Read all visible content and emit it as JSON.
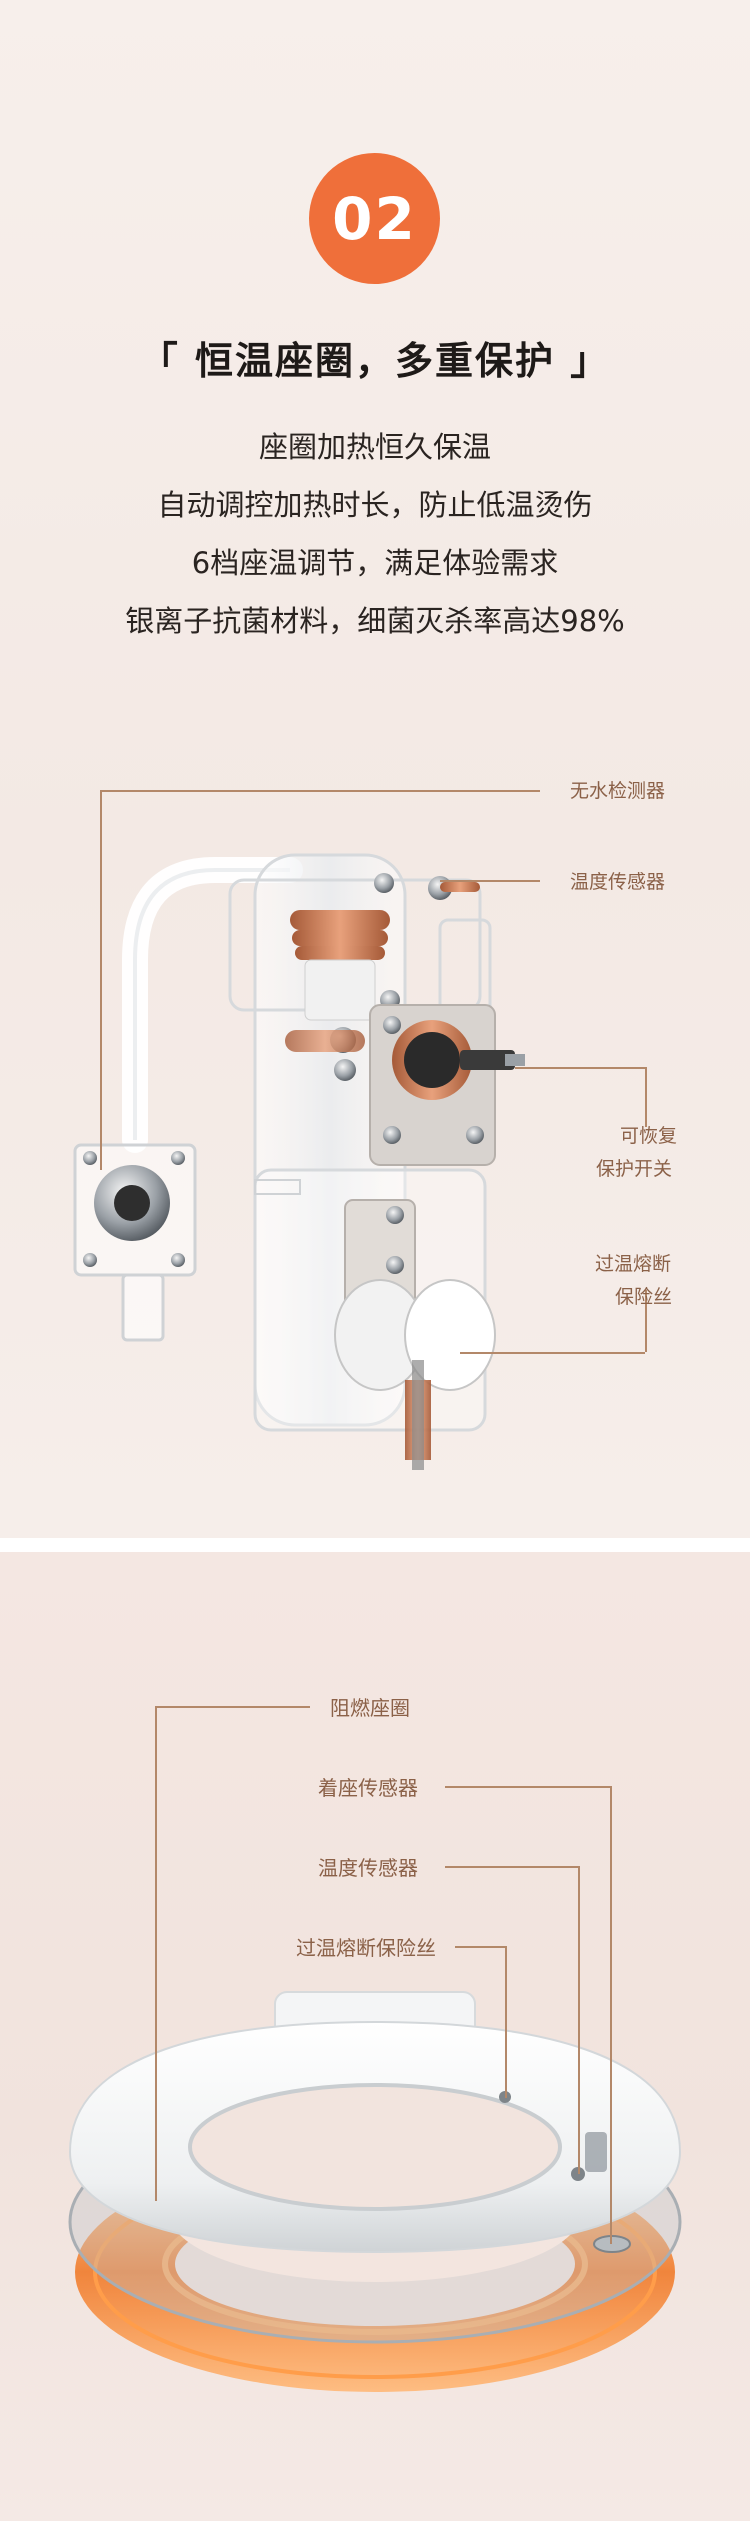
{
  "badge": {
    "number": "02"
  },
  "headline": "「 恒温座圈，多重保护 」",
  "features": [
    "座圈加热恒久保温",
    "自动调控加热时长，防止低温烫伤",
    "6档座温调节，满足体验需求",
    "银离子抗菌材料，细菌灭杀率高达98%"
  ],
  "heater_callouts": {
    "no_water": "无水检测器",
    "temp_sensor": "温度传感器",
    "reset_switch_l1": "可恢复",
    "reset_switch_l2": "保护开关",
    "fuse_l1": "过温熔断",
    "fuse_l2": "保险丝"
  },
  "seat_callouts": {
    "flame_retardant": "阻燃座圈",
    "seat_sensor": "着座传感器",
    "temp_sensor": "温度传感器",
    "fuse": "过温熔断保险丝"
  },
  "colors": {
    "accent": "#ef6f3a",
    "callout_text": "#8b6148",
    "callout_line": "#b38869",
    "copper": "#c8714b"
  }
}
